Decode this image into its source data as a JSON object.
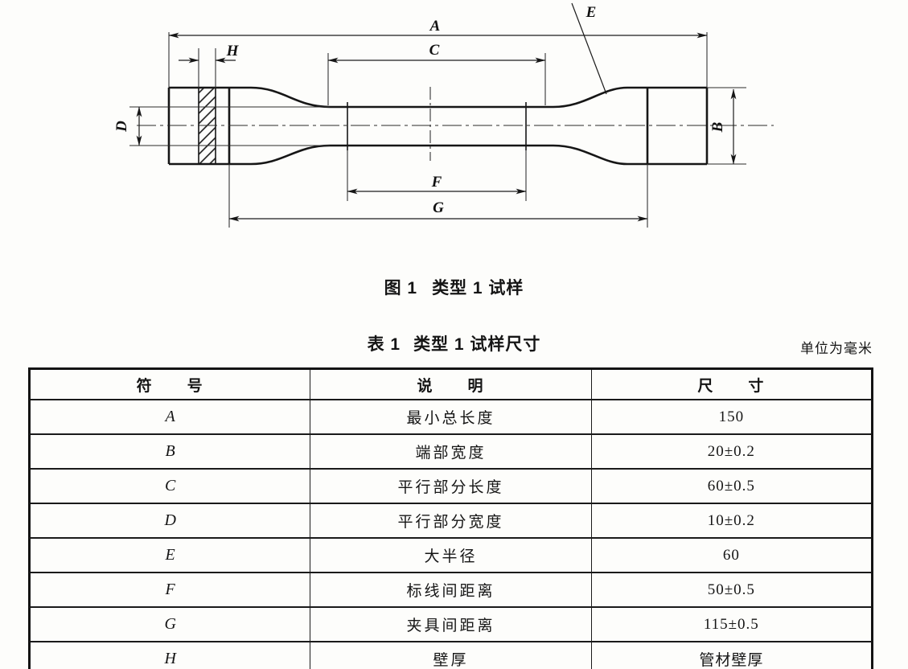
{
  "figure": {
    "caption_label": "图 1",
    "caption_title": "类型 1 试样",
    "labels": {
      "A": "A",
      "B": "B",
      "C": "C",
      "D": "D",
      "E": "E",
      "F": "F",
      "G": "G",
      "H": "H"
    }
  },
  "table": {
    "title_label": "表 1",
    "title_text": "类型 1 试样尺寸",
    "unit_note": "单位为毫米",
    "columns": [
      "符　　号",
      "说　　明",
      "尺　　寸"
    ],
    "rows": [
      {
        "symbol": "A",
        "description": "最小总长度",
        "dimension": "150"
      },
      {
        "symbol": "B",
        "description": "端部宽度",
        "dimension": "20±0.2"
      },
      {
        "symbol": "C",
        "description": "平行部分长度",
        "dimension": "60±0.5"
      },
      {
        "symbol": "D",
        "description": "平行部分宽度",
        "dimension": "10±0.2"
      },
      {
        "symbol": "E",
        "description": "大半径",
        "dimension": "60"
      },
      {
        "symbol": "F",
        "description": "标线间距离",
        "dimension": "50±0.5"
      },
      {
        "symbol": "G",
        "description": "夹具间距离",
        "dimension": "115±0.5"
      },
      {
        "symbol": "H",
        "description": "壁厚",
        "dimension": "管材壁厚"
      }
    ]
  }
}
